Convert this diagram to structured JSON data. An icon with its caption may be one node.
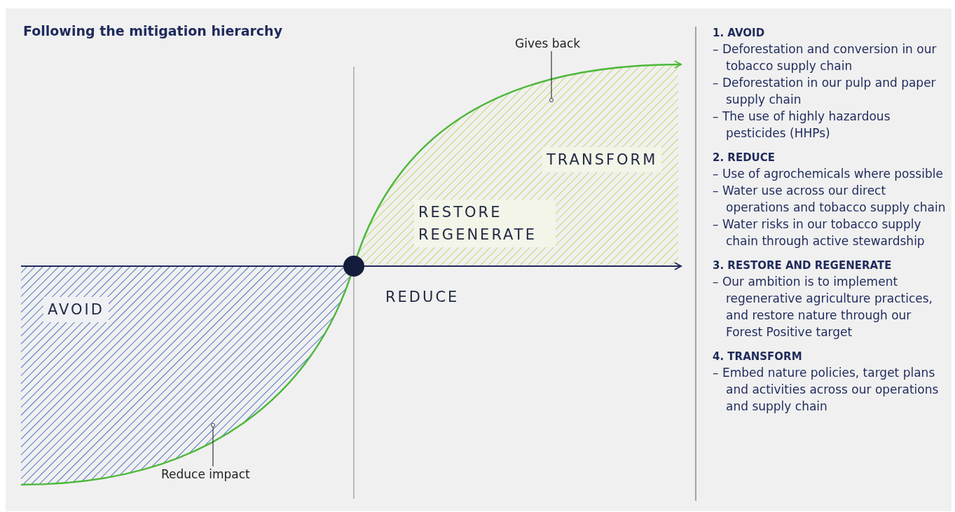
{
  "diagram": {
    "title": "Following the mitigation hierarchy",
    "nodes": [
      {
        "text": [
          "Gives back"
        ]
      },
      {
        "text": [],
        "shape": "circle"
      },
      {
        "text": [
          "Reduce impact"
        ]
      },
      {
        "text": [],
        "shape": "circle"
      }
    ],
    "edges": [
      {
        "from": 0,
        "to": 1,
        "arrow": "none"
      },
      {
        "from": 2,
        "to": 3,
        "arrow": "none"
      }
    ],
    "labels": [
      "TRANSFORM",
      "RESTORE REGENERATE",
      "REDUCE",
      "AVOID",
      "1. AVOID",
      "– Deforestation and conversion in our tobacco supply chain",
      "– Deforestation in our pulp and paper supply chain",
      "– The use of highly hazardous pesticides (HHPs)",
      "2. REDUCE",
      "– Use of agrochemicals where possible",
      "– Water use across our direct operations and tobacco supply chain",
      "– Water risks in our tobacco supply chain through active stewardship",
      "3. RESTORE AND REGENERATE",
      "– Our ambition is to implement regenerative agriculture practices, and restore nature through our Forest Positive target",
      "4. TRANSFORM",
      "– Embed nature policies, target plans and activities across our operations and supply chain"
    ]
  }
}
